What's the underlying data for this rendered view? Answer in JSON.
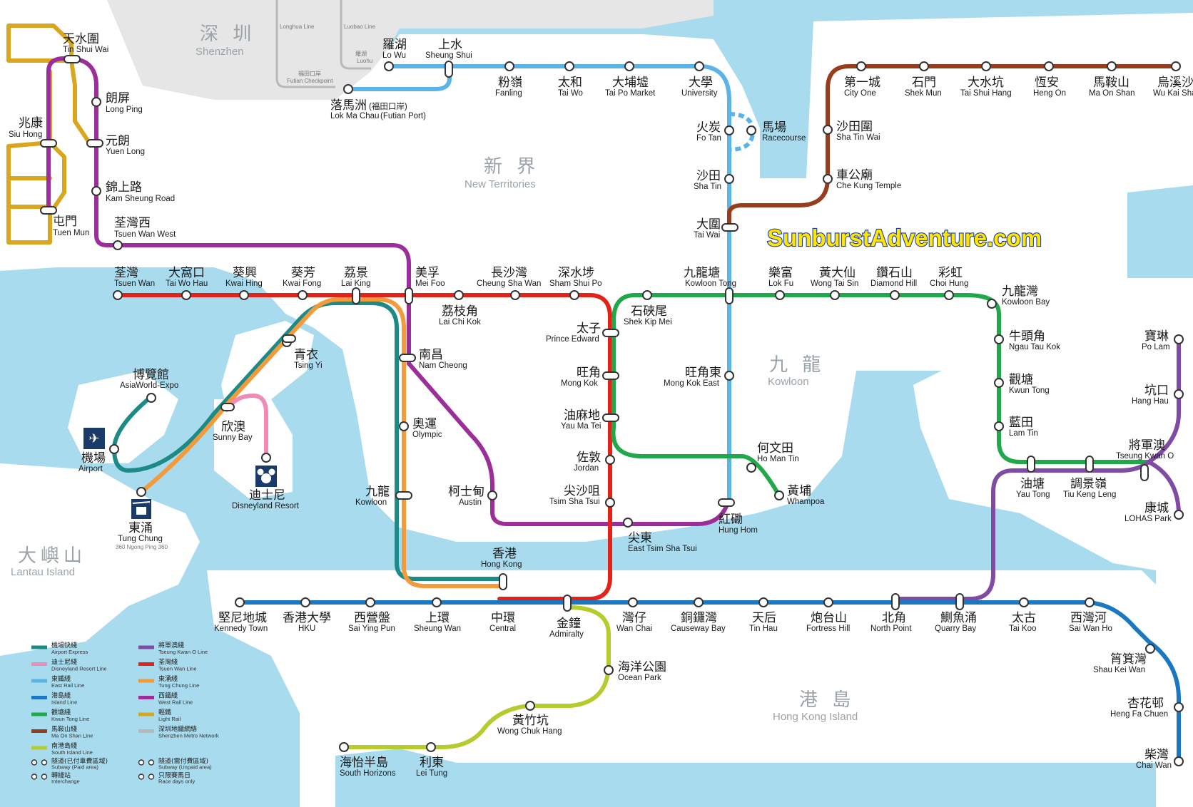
{
  "brand": "SunburstAdventure.com",
  "colors": {
    "water": "#a8dbee",
    "land": "#ffffff",
    "shenzhen": "#e6e6e6",
    "airport_express": "#1c8a87",
    "disneyland_resort": "#f08bb6",
    "east_rail": "#5ab4e6",
    "island": "#1a78c2",
    "kwun_tong": "#21a84a",
    "ma_on_shan": "#973d1d",
    "south_island": "#b6cc2e",
    "tseung_kwan_o": "#7f4ba3",
    "tsuen_wan": "#e2231a",
    "tung_chung": "#f39a3b",
    "west_rail": "#9c2e9a",
    "light_rail": "#d8a71e",
    "shenzhen_metro": "#b8b8b8"
  },
  "regions": {
    "shenzhen": {
      "zh": "深 圳",
      "en": "Shenzhen"
    },
    "new_territories": {
      "zh": "新 界",
      "en": "New Territories"
    },
    "kowloon": {
      "zh": "九 龍",
      "en": "Kowloon"
    },
    "lantau": {
      "zh": "大嶼山",
      "en": "Lantau Island"
    },
    "hk_island": {
      "zh": "港 島",
      "en": "Hong Kong Island"
    }
  },
  "shenzhen_labels": [
    "羅湖",
    "Luohu",
    "Longhua Line",
    "Luobao Line",
    "福田口岸",
    "Futian Checkpoint"
  ],
  "stations": [
    {
      "zh": "天水圍",
      "en": "Tin Shui Wai"
    },
    {
      "zh": "朗屏",
      "en": "Long Ping"
    },
    {
      "zh": "元朗",
      "en": "Yuen Long"
    },
    {
      "zh": "兆康",
      "en": "Siu Hong"
    },
    {
      "zh": "錦上路",
      "en": "Kam Sheung Road"
    },
    {
      "zh": "屯門",
      "en": "Tuen Mun"
    },
    {
      "zh": "荃灣西",
      "en": "Tsuen Wan West"
    },
    {
      "zh": "羅湖",
      "en": "Lo Wu"
    },
    {
      "zh": "上水",
      "en": "Sheung Shui"
    },
    {
      "zh": "落馬洲",
      "en": "Lok Ma Chau"
    },
    {
      "zh": "粉嶺",
      "en": "Fanling"
    },
    {
      "zh": "太和",
      "en": "Tai Wo"
    },
    {
      "zh": "大埔墟",
      "en": "Tai Po Market"
    },
    {
      "zh": "大學",
      "en": "University"
    },
    {
      "zh": "火炭",
      "en": "Fo Tan"
    },
    {
      "zh": "馬場",
      "en": "Racecourse"
    },
    {
      "zh": "沙田",
      "en": "Sha Tin"
    },
    {
      "zh": "大圍",
      "en": "Tai Wai"
    },
    {
      "zh": "第一城",
      "en": "City One"
    },
    {
      "zh": "石門",
      "en": "Shek Mun"
    },
    {
      "zh": "大水坑",
      "en": "Tai Shui Hang"
    },
    {
      "zh": "恆安",
      "en": "Heng On"
    },
    {
      "zh": "馬鞍山",
      "en": "Ma On Shan"
    },
    {
      "zh": "烏溪沙",
      "en": "Wu Kai Sha"
    },
    {
      "zh": "沙田圍",
      "en": "Sha Tin Wai"
    },
    {
      "zh": "車公廟",
      "en": "Che Kung Temple"
    },
    {
      "zh": "荃灣",
      "en": "Tsuen Wan"
    },
    {
      "zh": "大窩口",
      "en": "Tai Wo Hau"
    },
    {
      "zh": "葵興",
      "en": "Kwai Hing"
    },
    {
      "zh": "葵芳",
      "en": "Kwai Fong"
    },
    {
      "zh": "荔景",
      "en": "Lai King"
    },
    {
      "zh": "美孚",
      "en": "Mei Foo"
    },
    {
      "zh": "荔枝角",
      "en": "Lai Chi Kok"
    },
    {
      "zh": "長沙灣",
      "en": "Cheung Sha Wan"
    },
    {
      "zh": "深水埗",
      "en": "Sham Shui Po"
    },
    {
      "zh": "太子",
      "en": "Prince Edward"
    },
    {
      "zh": "石硤尾",
      "en": "Shek Kip Mei"
    },
    {
      "zh": "九龍塘",
      "en": "Kowloon Tong"
    },
    {
      "zh": "樂富",
      "en": "Lok Fu"
    },
    {
      "zh": "黃大仙",
      "en": "Wong Tai Sin"
    },
    {
      "zh": "鑽石山",
      "en": "Diamond Hill"
    },
    {
      "zh": "彩虹",
      "en": "Choi Hung"
    },
    {
      "zh": "九龍灣",
      "en": "Kowloon Bay"
    },
    {
      "zh": "牛頭角",
      "en": "Ngau Tau Kok"
    },
    {
      "zh": "觀塘",
      "en": "Kwun Tong"
    },
    {
      "zh": "藍田",
      "en": "Lam Tin"
    },
    {
      "zh": "油塘",
      "en": "Yau Tong"
    },
    {
      "zh": "調景嶺",
      "en": "Tiu Keng Leng"
    },
    {
      "zh": "將軍澳",
      "en": "Tseung Kwan O"
    },
    {
      "zh": "寶琳",
      "en": "Po Lam"
    },
    {
      "zh": "坑口",
      "en": "Hang Hau"
    },
    {
      "zh": "康城",
      "en": "LOHAS Park"
    },
    {
      "zh": "南昌",
      "en": "Nam Cheong"
    },
    {
      "zh": "旺角",
      "en": "Mong Kok"
    },
    {
      "zh": "旺角東",
      "en": "Mong Kok East"
    },
    {
      "zh": "油麻地",
      "en": "Yau Ma Tei"
    },
    {
      "zh": "佐敦",
      "en": "Jordan"
    },
    {
      "zh": "尖沙咀",
      "en": "Tsim Sha Tsui"
    },
    {
      "zh": "尖東",
      "en": "East Tsim Sha Tsui"
    },
    {
      "zh": "紅磡",
      "en": "Hung Hom"
    },
    {
      "zh": "何文田",
      "en": "Ho Man Tin"
    },
    {
      "zh": "黃埔",
      "en": "Whampoa"
    },
    {
      "zh": "奧運",
      "en": "Olympic"
    },
    {
      "zh": "柯士甸",
      "en": "Austin"
    },
    {
      "zh": "九龍",
      "en": "Kowloon"
    },
    {
      "zh": "青衣",
      "en": "Tsing Yi"
    },
    {
      "zh": "博覽館",
      "en": "AsiaWorld-Expo"
    },
    {
      "zh": "機場",
      "en": "Airport"
    },
    {
      "zh": "欣澳",
      "en": "Sunny Bay"
    },
    {
      "zh": "迪士尼",
      "en": "Disneyland Resort"
    },
    {
      "zh": "東涌",
      "en": "Tung Chung"
    },
    {
      "zh": "香港",
      "en": "Hong Kong"
    },
    {
      "zh": "堅尼地城",
      "en": "Kennedy Town"
    },
    {
      "zh": "香港大學",
      "en": "HKU"
    },
    {
      "zh": "西營盤",
      "en": "Sai Ying Pun"
    },
    {
      "zh": "上環",
      "en": "Sheung Wan"
    },
    {
      "zh": "中環",
      "en": "Central"
    },
    {
      "zh": "金鐘",
      "en": "Admiralty"
    },
    {
      "zh": "灣仔",
      "en": "Wan Chai"
    },
    {
      "zh": "銅鑼灣",
      "en": "Causeway Bay"
    },
    {
      "zh": "天后",
      "en": "Tin Hau"
    },
    {
      "zh": "炮台山",
      "en": "Fortress Hill"
    },
    {
      "zh": "北角",
      "en": "North Point"
    },
    {
      "zh": "鰂魚涌",
      "en": "Quarry Bay"
    },
    {
      "zh": "太古",
      "en": "Tai Koo"
    },
    {
      "zh": "西灣河",
      "en": "Sai Wan Ho"
    },
    {
      "zh": "筲箕灣",
      "en": "Shau Kei Wan"
    },
    {
      "zh": "杏花邨",
      "en": "Heng Fa Chuen"
    },
    {
      "zh": "柴灣",
      "en": "Chai Wan"
    },
    {
      "zh": "海洋公園",
      "en": "Ocean Park"
    },
    {
      "zh": "黃竹坑",
      "en": "Wong Chuk Hang"
    },
    {
      "zh": "利東",
      "en": "Lei Tung"
    },
    {
      "zh": "海怡半島",
      "en": "South Horizons"
    }
  ],
  "extra_labels": {
    "lok_ma_chau_paren": "(福田口岸)",
    "lok_ma_chau_paren_en": "(Futian Port)",
    "tung_chung_note": "360 Ngong Ping 360"
  },
  "legend": [
    {
      "zh": "機場快綫",
      "en": "Airport Express",
      "color": "#1c8a87"
    },
    {
      "zh": "將軍澳綫",
      "en": "Tseung Kwan O Line",
      "color": "#7f4ba3"
    },
    {
      "zh": "迪士尼綫",
      "en": "Disneyland Resort Line",
      "color": "#f08bb6"
    },
    {
      "zh": "荃灣綫",
      "en": "Tsuen Wan Line",
      "color": "#e2231a"
    },
    {
      "zh": "東鐵綫",
      "en": "East Rail Line",
      "color": "#5ab4e6"
    },
    {
      "zh": "東涌綫",
      "en": "Tung Chung Line",
      "color": "#f39a3b"
    },
    {
      "zh": "港島綫",
      "en": "Island Line",
      "color": "#1a78c2"
    },
    {
      "zh": "西鐵綫",
      "en": "West Rail Line",
      "color": "#9c2e9a"
    },
    {
      "zh": "觀塘綫",
      "en": "Kwun Tong Line",
      "color": "#21a84a"
    },
    {
      "zh": "輕鐵",
      "en": "Light Rail",
      "color": "#d8a71e"
    },
    {
      "zh": "馬鞍山綫",
      "en": "Ma On Shan Line",
      "color": "#973d1d"
    },
    {
      "zh": "深圳地鐵網絡",
      "en": "Shenzhen Metro Network",
      "color": "#b8b8b8"
    },
    {
      "zh": "南港島綫",
      "en": "South Island Line",
      "color": "#b6cc2e"
    }
  ],
  "legend_symbols": [
    {
      "zh": "隧道(已付車費區域)",
      "en": "Subway (Paid area)"
    },
    {
      "zh": "隧道(需付費區域)",
      "en": "Subway (Unpaid area)"
    },
    {
      "zh": "轉綫站",
      "en": "Interchange"
    },
    {
      "zh": "只限賽馬日",
      "en": "Race days only"
    }
  ]
}
